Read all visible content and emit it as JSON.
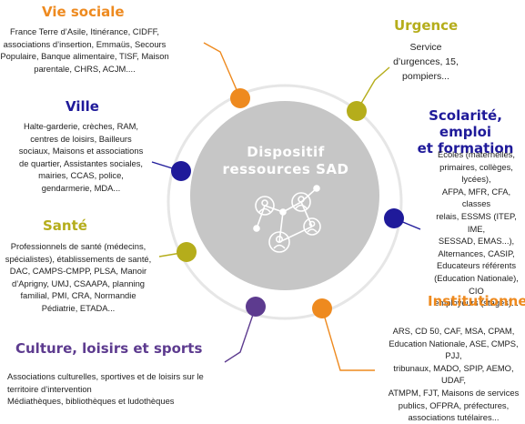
{
  "colors": {
    "orange": "#ee8a1f",
    "olive": "#b5ad1b",
    "navy": "#1f1a9a",
    "purple": "#5d3b8f",
    "center_fill": "#c6c6c6",
    "ring": "#e6e6e6"
  },
  "center": {
    "title": "Dispositif\nressources SAD",
    "icon": "network-people-icon"
  },
  "categories": {
    "vie_sociale": {
      "title": "Vie sociale",
      "text": "France Terre d’Asile, Itinérance, CIDFF,\nassociations d’insertion, Emmaüs, Secours\nPopulaire, Banque alimentaire, TISF, Maison\nparentale, CHRS, ACJM...."
    },
    "ville": {
      "title": "Ville",
      "text": "Halte-garderie, crèches, RAM,\ncentres de loisirs, Bailleurs\nsociaux, Maisons et associations\nde quartier, Assistantes sociales,\nmairies, CCAS, police,\ngendarmerie, MDA..."
    },
    "sante": {
      "title": "Santé",
      "text": "Professionnels de santé (médecins,\nspécialistes), établissements de santé,\nDAC, CAMPS-CMPP, PLSA, Manoir\nd’Aprigny, UMJ, CSAAPA, planning\nfamilial, PMI, CRA, Normandie\nPédiatrie, ETADA..."
    },
    "culture": {
      "title": "Culture, loisirs et sports",
      "text": "Associations culturelles, sportives et de loisirs sur le\nterritoire d’intervention\nMédiathèques, bibliothèques et ludothèques"
    },
    "urgence": {
      "title": "Urgence",
      "text": "Service\nd’urgences, 15,\npompiers..."
    },
    "scolarite": {
      "title": "Scolarité, emploi\net formation",
      "text": "Ecoles (maternelles,\nprimaires, collèges, lycées),\nAFPA, MFR, CFA, classes\nrelais, ESSMS (ITEP, IME,\nSESSAD, EMAS...),\nAlternances, CASIP,\nEducateurs référents\n(Education Nationale), CIO\nemployeurs (stages)..."
    },
    "institutionnel": {
      "title": "Institutionnel",
      "text": "ARS, CD 50, CAF, MSA, CPAM,\nEducation Nationale, ASE, CMPS, PJJ,\ntribunaux, MADO, SPIP, AEMO, UDAF,\nATMPM, FJT, Maisons de services\npublics, OFPRA, préfectures,\nassociations tutélaires..."
    }
  }
}
